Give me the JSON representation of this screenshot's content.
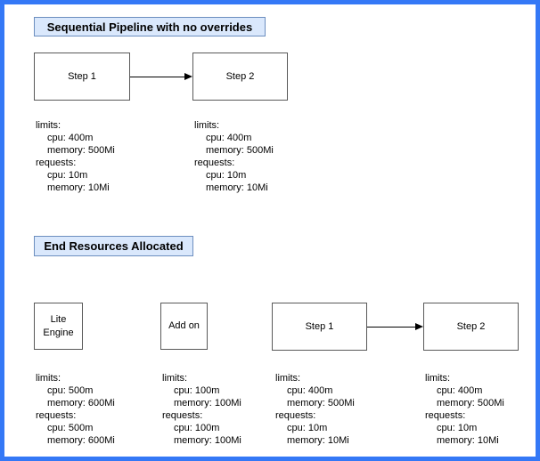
{
  "colors": {
    "frame_border": "#3478f6",
    "title_fill": "#dae8fc",
    "title_border": "#6c8ebf",
    "box_border": "#595959",
    "arrow": "#000000"
  },
  "section_pipeline": {
    "title": "Sequential Pipeline with no overrides",
    "nodes": [
      {
        "label": "Step 1",
        "lines": [
          "limits:",
          "cpu: 400m",
          "memory: 500Mi",
          "requests:",
          "cpu: 10m",
          "memory: 10Mi"
        ]
      },
      {
        "label": "Step 2",
        "lines": [
          "limits:",
          "cpu: 400m",
          "memory: 500Mi",
          "requests:",
          "cpu: 10m",
          "memory: 10Mi"
        ]
      }
    ]
  },
  "section_end": {
    "title": "End Resources Allocated",
    "nodes": [
      {
        "label": "Lite Engine",
        "lines": [
          "limits:",
          "cpu: 500m",
          "memory: 600Mi",
          "requests:",
          "cpu: 500m",
          "memory: 600Mi"
        ]
      },
      {
        "label": "Add on",
        "lines": [
          "limits:",
          "cpu: 100m",
          "memory: 100Mi",
          "requests:",
          "cpu: 100m",
          "memory: 100Mi"
        ]
      },
      {
        "label": "Step 1",
        "lines": [
          "limits:",
          "cpu: 400m",
          "memory: 500Mi",
          "requests:",
          "cpu: 10m",
          "memory: 10Mi"
        ]
      },
      {
        "label": "Step 2",
        "lines": [
          "limits:",
          "cpu: 400m",
          "memory: 500Mi",
          "requests:",
          "cpu: 10m",
          "memory: 10Mi"
        ]
      }
    ]
  }
}
